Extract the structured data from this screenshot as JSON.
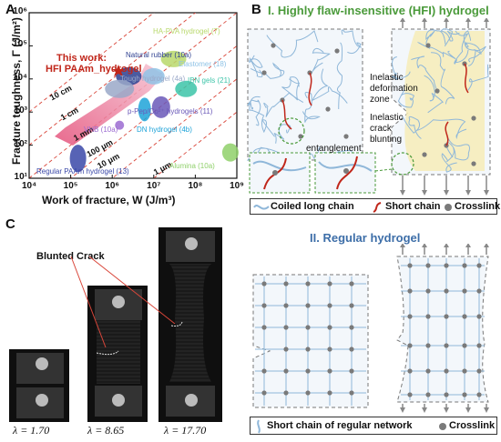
{
  "panel_a": {
    "letter": "A",
    "chart_data": {
      "type": "scatter",
      "xlabel": "Work of fracture, W (J/m³)",
      "ylabel": "Fracture toughness, Γ (J/m²)",
      "x_scale": "log",
      "y_scale": "log",
      "xlim": [
        10000,
        1000000000
      ],
      "ylim": [
        10,
        1000000
      ],
      "x_ticks": [
        "10⁴",
        "10⁵",
        "10⁶",
        "10⁷",
        "10⁸",
        "10⁹"
      ],
      "y_ticks": [
        "10¹",
        "10²",
        "10³",
        "10⁴",
        "10⁵",
        "10⁶"
      ],
      "length_scale_lines": [
        "10 cm",
        "1 cm",
        "1 mm",
        "100 μm",
        "10 μm",
        "1 μm"
      ],
      "this_work_label": [
        "This work:",
        "HFI PAAm_hydrogel"
      ],
      "materials": [
        {
          "label": "HA-PVA hydrogel (7)",
          "x": 30000000,
          "y": 40000,
          "color": "#b8d86b"
        },
        {
          "label": "Natural rubber (10a)",
          "x": 2500000,
          "y": 12000,
          "color": "#2c3e8f"
        },
        {
          "label": "Elastomer (18)",
          "x": 10000000,
          "y": 12000,
          "color": "#8fc3e6"
        },
        {
          "label": "IBN gels (21)",
          "x": 60000000,
          "y": 5000,
          "color": "#3cc4a8"
        },
        {
          "label": "Tough hydrogel (4a)",
          "x": 1500000,
          "y": 5000,
          "color": "#9aa8c8"
        },
        {
          "label": "p-Pep/Cu²⁺ hydrogels (11)",
          "x": 15000000,
          "y": 1400,
          "color": "#6a58b8"
        },
        {
          "label": "VHB (10a)",
          "x": 1500000,
          "y": 400,
          "color": "#9b6bd1"
        },
        {
          "label": "DN hydrogel (4b)",
          "x": 6000000,
          "y": 1200,
          "color": "#1fa3d8"
        },
        {
          "label": "Alumina (10a)",
          "x": 700000000,
          "y": 60,
          "color": "#8fd06a"
        },
        {
          "label": "Regular PAAm hydrogel (13)",
          "x": 150000,
          "y": 40,
          "color": "#3a48a8"
        }
      ]
    }
  },
  "panel_b": {
    "letter": "B",
    "title_hfi": "I. Highly flaw-insensitive (HFI) hydrogel",
    "title_regular": "II. Regular hydrogel",
    "annotation_inelastic_zone": [
      "Inelastic",
      "deformation",
      "zone"
    ],
    "annotation_crack_blunting": [
      "Inelastic",
      "crack",
      "blunting"
    ],
    "annotation_entanglement": "entanglement",
    "legend_hfi": {
      "coiled": "Coiled long chain",
      "short": "Short chain",
      "crosslink": "Crosslink"
    },
    "legend_regular": {
      "short_regular": "Short chain of regular network",
      "crosslink": "Crosslink"
    },
    "colors": {
      "chain": "#8fb7d9",
      "short_chain": "#c0261a",
      "crosslink": "#7a7a7a",
      "title": "#4a9a3a",
      "title_regular": "#3d6ea8",
      "zone": "#f6ecb7",
      "arrow": "#888888"
    }
  },
  "panel_c": {
    "letter": "C",
    "annotation": "Blunted Crack",
    "lambda_labels": [
      "λ = 1.70",
      "λ = 8.65",
      "λ = 17.70"
    ]
  }
}
